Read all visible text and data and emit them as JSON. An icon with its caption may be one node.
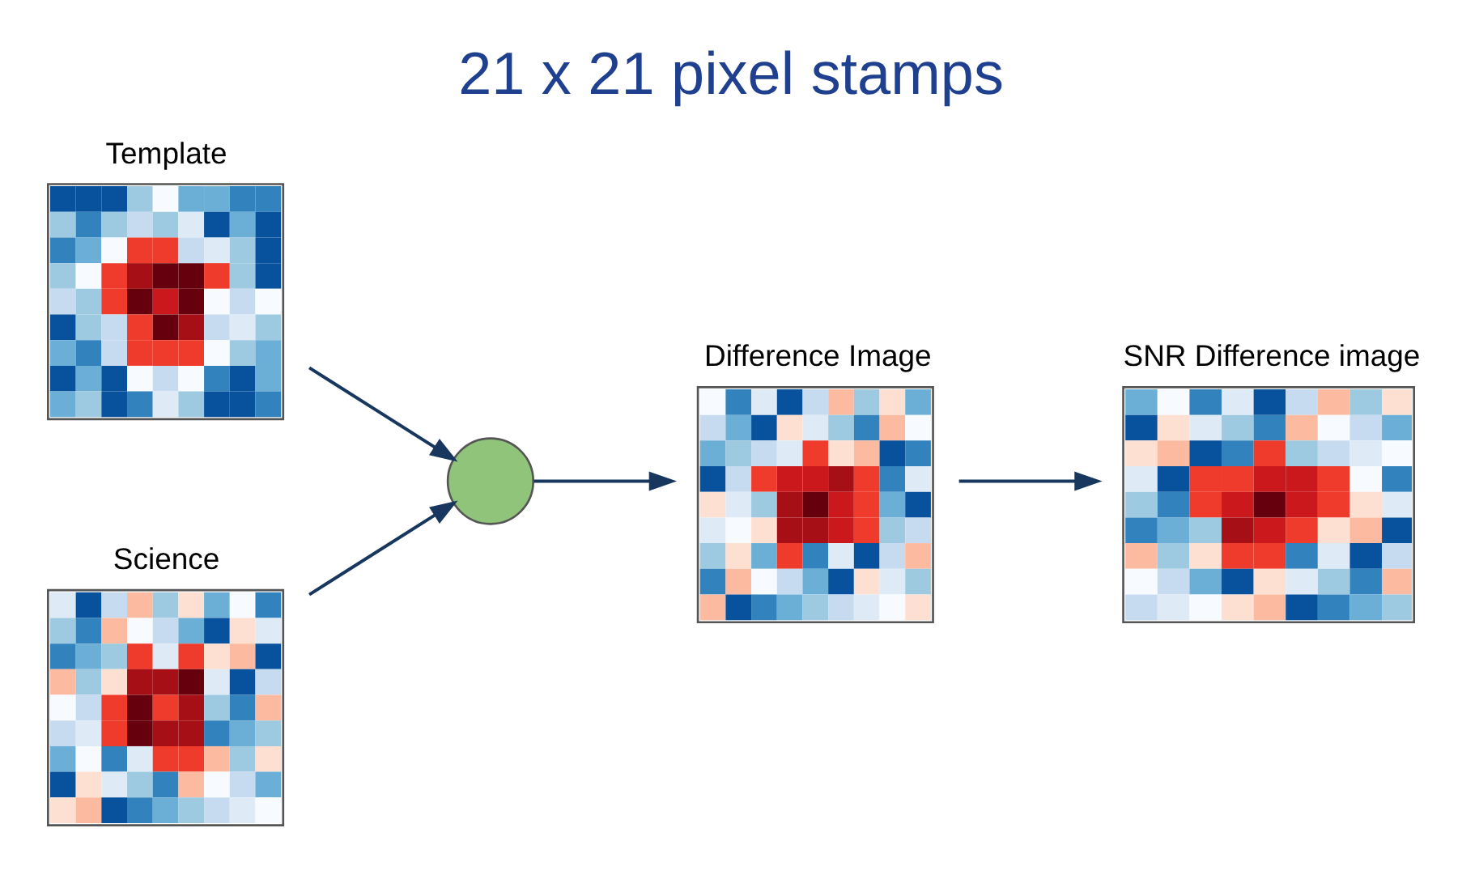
{
  "diagram": {
    "title": "21 x 21 pixel stamps",
    "nodes": [
      {
        "text": [
          "Template"
        ]
      },
      {
        "text": [
          "Science"
        ]
      },
      {
        "text": [],
        "shape": "circle"
      },
      {
        "text": [
          "Difference Image"
        ]
      },
      {
        "text": [
          "SNR Difference image"
        ]
      }
    ],
    "edges": [
      {
        "from": 0,
        "to": 2,
        "arrow": "to"
      },
      {
        "from": 1,
        "to": 2,
        "arrow": "to"
      },
      {
        "from": 2,
        "to": 3,
        "arrow": "to"
      },
      {
        "from": 3,
        "to": 4,
        "arrow": "to"
      }
    ]
  }
}
